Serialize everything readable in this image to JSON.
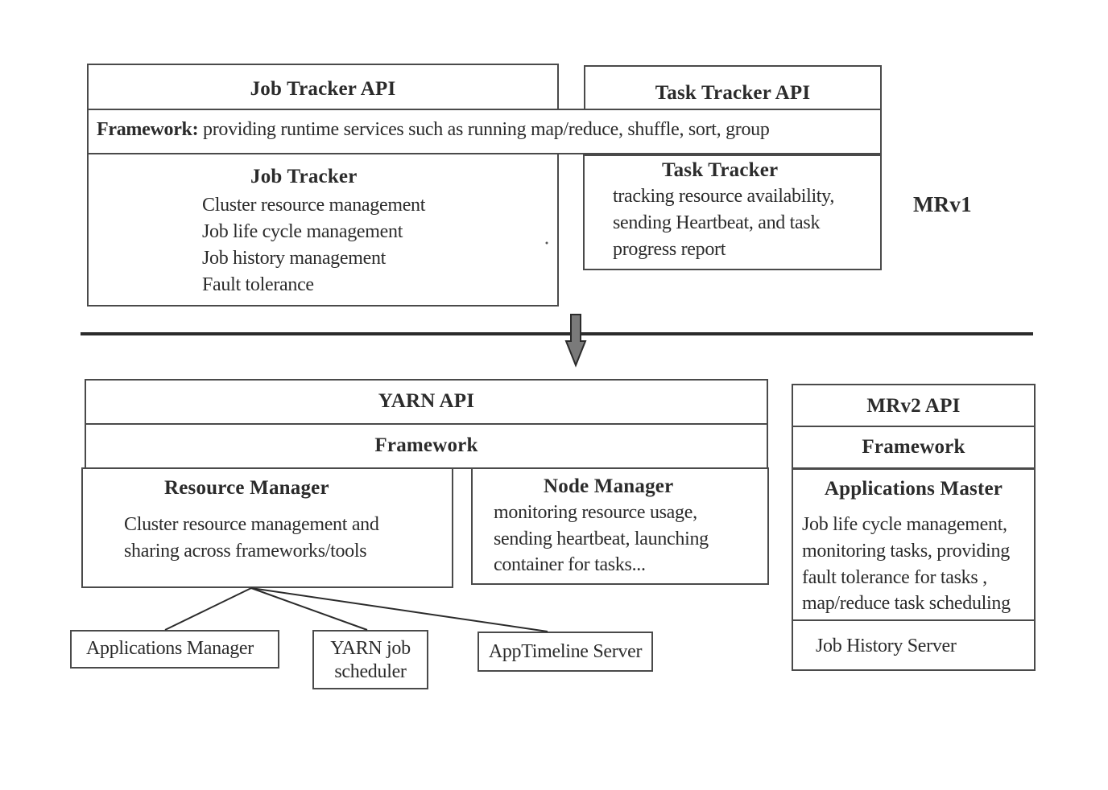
{
  "mrv1": {
    "side_label": "MRv1",
    "job_tracker_api": "Job Tracker API",
    "task_tracker_api": "Task Tracker API",
    "framework_bold": "Framework:",
    "framework_text": " providing runtime services such as running map/reduce, shuffle, sort, group",
    "job_tracker": {
      "title": "Job Tracker",
      "lines": [
        "Cluster resource management",
        "Job life cycle management",
        "Job history management",
        "Fault tolerance"
      ]
    },
    "task_tracker": {
      "title": "Task Tracker",
      "lines": [
        "tracking resource availability,",
        "sending Heartbeat, and task",
        "progress report"
      ]
    }
  },
  "yarn": {
    "api": "YARN API",
    "framework": "Framework",
    "resource_manager": {
      "title": "Resource Manager",
      "lines": [
        "Cluster resource management and",
        "sharing across frameworks/tools"
      ]
    },
    "node_manager": {
      "title": "Node Manager",
      "lines": [
        "monitoring resource usage,",
        "sending heartbeat, launching",
        "container for tasks..."
      ]
    },
    "children": {
      "applications_manager": "Applications Manager",
      "yarn_scheduler_line1": "YARN job",
      "yarn_scheduler_line2": "scheduler",
      "app_timeline_server": "AppTimeline Server"
    }
  },
  "mrv2": {
    "api": "MRv2 API",
    "framework": "Framework",
    "applications_master": {
      "title": "Applications Master",
      "lines": [
        "Job life cycle management,",
        "monitoring tasks, providing",
        "fault tolerance for tasks ,",
        "map/reduce task scheduling"
      ]
    },
    "job_history_server": "Job History Server"
  },
  "colors": {
    "line": "#2b2b2b",
    "box_border": "#4a4a4a",
    "arrow_fill": "#7a7a7a"
  }
}
